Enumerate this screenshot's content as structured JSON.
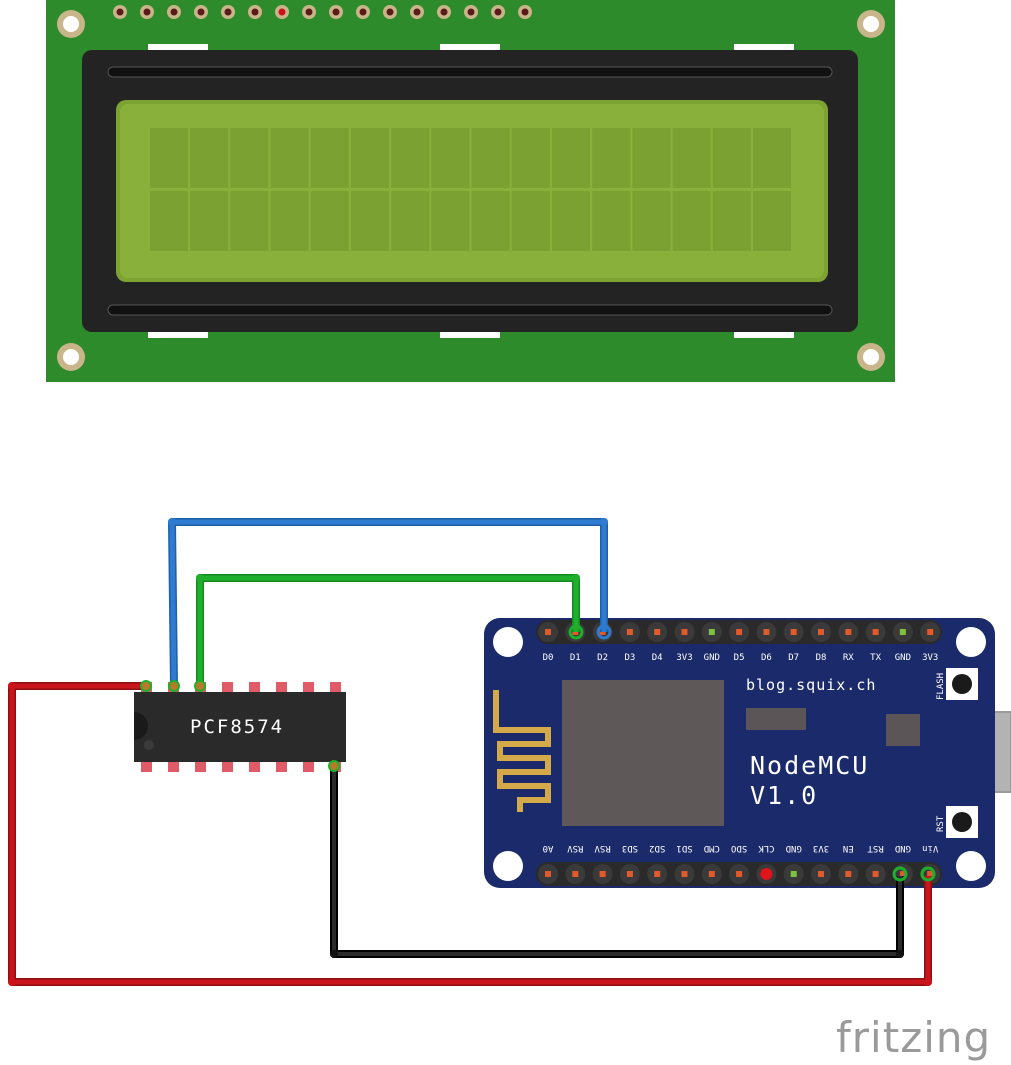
{
  "chip": {
    "label": "PCF8574"
  },
  "nodemcu": {
    "website": "blog.squix.ch",
    "name_line1": "NodeMCU",
    "name_line2": "V1.0",
    "flash_label": "FLASH",
    "rst_label": "RST",
    "top_pins": [
      "D0",
      "D1",
      "D2",
      "D3",
      "D4",
      "3V3",
      "GND",
      "D5",
      "D6",
      "D7",
      "D8",
      "RX",
      "TX",
      "GND",
      "3V3"
    ],
    "bottom_pins": [
      "A0",
      "RSV",
      "RSV",
      "SD3",
      "SD2",
      "SD1",
      "CMD",
      "SDO",
      "CLK",
      "GND",
      "3V3",
      "EN",
      "RST",
      "GND",
      "Vin"
    ]
  },
  "watermark": "fritzing",
  "colors": {
    "lcd_board": "#2e8b2b",
    "lcd_screen": "#88b03a",
    "lcd_bezel": "#232323",
    "nodemcu_board": "#1b2a6b",
    "chip_body": "#2a2a2a",
    "wire_blue": "#2f7bd1",
    "wire_green": "#1fb02b",
    "wire_red": "#c8151b",
    "wire_black": "#1a1a1a"
  }
}
